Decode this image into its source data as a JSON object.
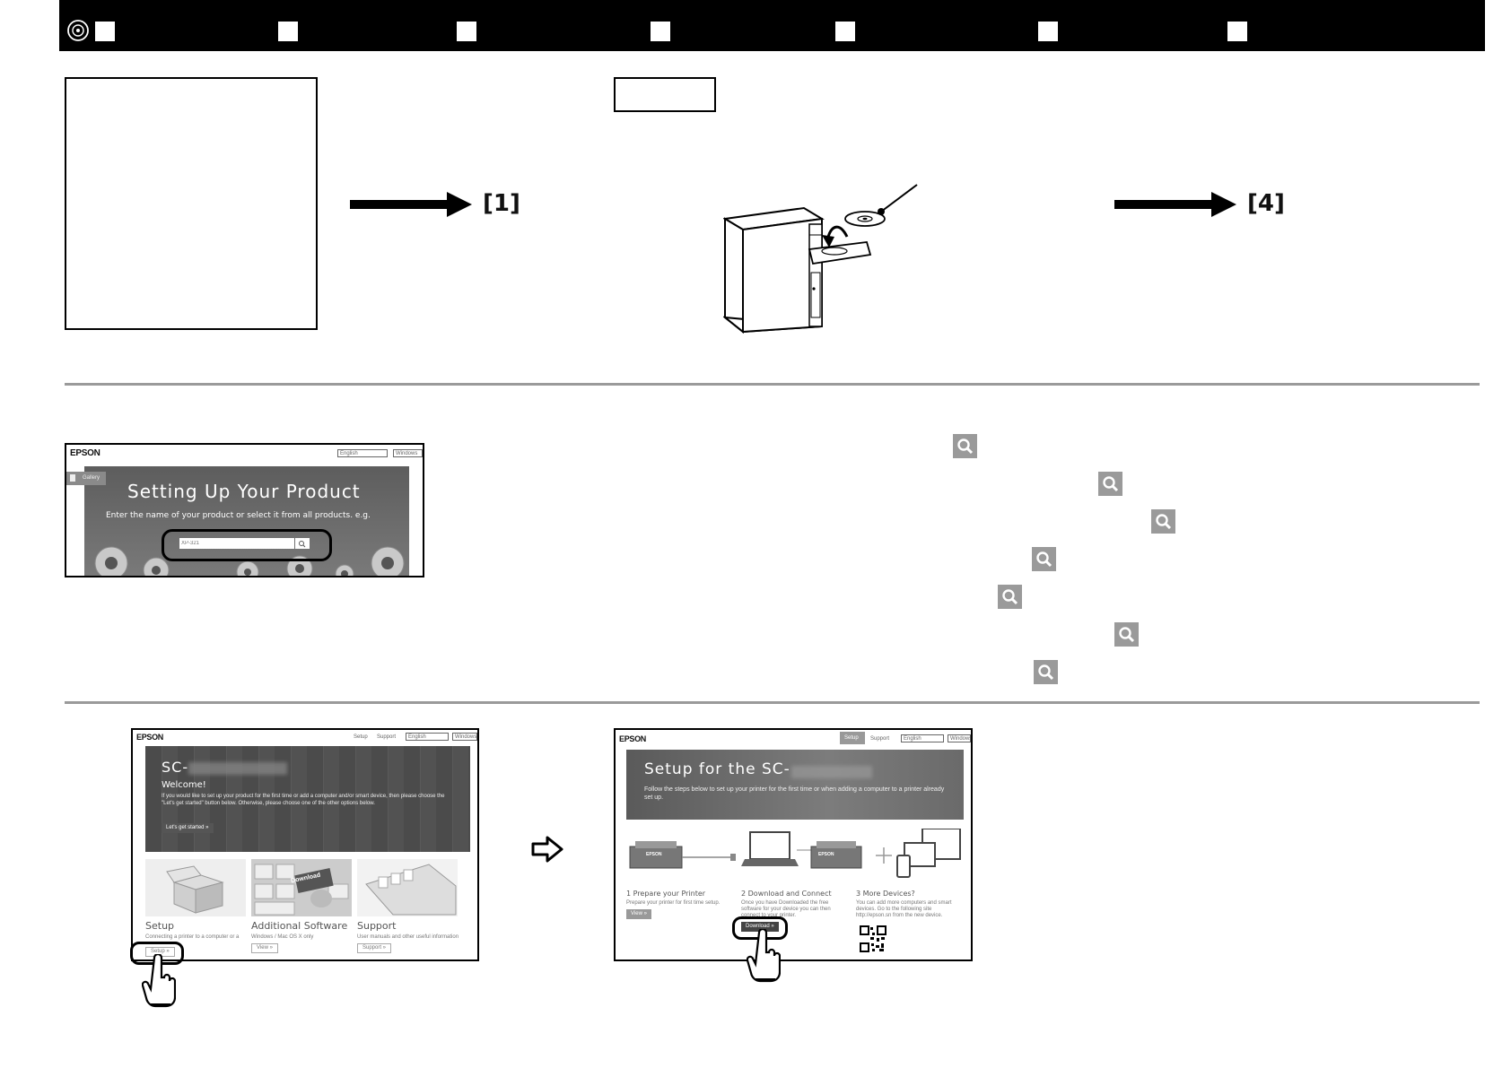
{
  "arrows": {
    "first_label": "[1]",
    "second_label": "[4]"
  },
  "screen_a": {
    "brand": "EPSON",
    "language": "English",
    "os": "Windows",
    "gallery_label": "Gallery",
    "title": "Setting Up Your Product",
    "subtitle": "Enter the name of your product or select it from all products. e.g.",
    "search_placeholder": "XP-321"
  },
  "screen_b": {
    "brand": "EPSON",
    "nav_setup": "Setup",
    "nav_support": "Support",
    "language": "English",
    "os": "Windows",
    "hero_title": "SC-",
    "welcome": "Welcome!",
    "welcome_body": "If you would like to set up your product for the first time or add a computer and/or smart device, then please choose the \"Let's get started\" button below. Otherwise, please choose one of the other options below.",
    "start_button": "Let's get started »",
    "cards": [
      {
        "title": "Setup",
        "sub": "Connecting a printer to a computer or a",
        "button": "Setup »"
      },
      {
        "title": "Additional Software",
        "sub": "Windows / Mac OS X only",
        "button": "View »"
      },
      {
        "title": "Support",
        "sub": "User manuals and other useful information",
        "button": "Support »"
      }
    ],
    "key_label": "Download"
  },
  "screen_c": {
    "brand": "EPSON",
    "nav_setup": "Setup",
    "nav_support": "Support",
    "language": "English",
    "os": "Windows",
    "hero_title": "Setup for the SC-",
    "hero_sub": "Follow the steps below to set up your printer for the first time or when adding a computer to a printer already set up.",
    "steps": [
      {
        "title": "1 Prepare your Printer",
        "sub": "Prepare your printer for first time setup.",
        "button": "View »"
      },
      {
        "title": "2 Download and Connect",
        "sub": "Once you have Downloaded the free software for your device you can then connect to your printer.",
        "button": "Download »"
      },
      {
        "title": "3 More Devices?",
        "sub": "You can add more computers and smart devices. Go to the following site http://epson.sn from the new device."
      }
    ],
    "printer_brand": "EPSON"
  },
  "colors": {
    "header": "#000000",
    "rule": "#9a9a9a",
    "icon_bg": "#9a9a9a"
  }
}
